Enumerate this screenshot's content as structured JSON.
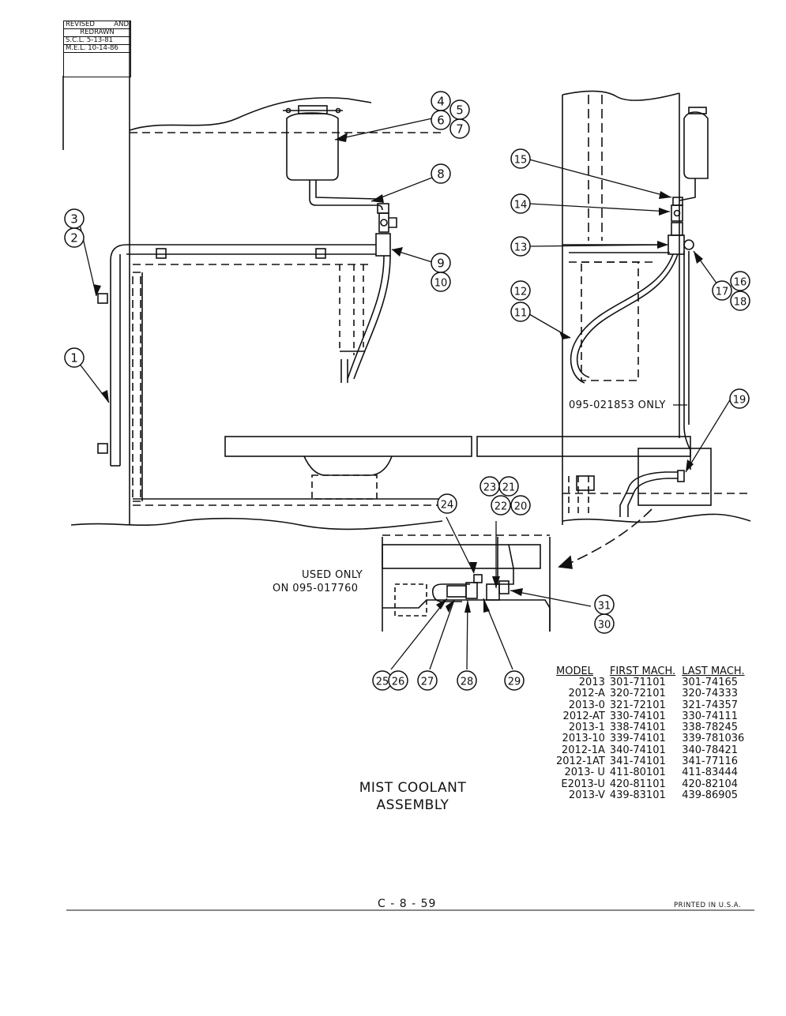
{
  "revision_box": {
    "line1_a": "REVISED",
    "line1_b": "AND",
    "line2": "REDRAWN",
    "line3": "S.C.L. 5-13-81",
    "line4": "M.E.L. 10-14-86"
  },
  "notes": {
    "only_note": "095-021853 ONLY",
    "used_only_line1": "USED ONLY",
    "used_only_line2": "ON 095-017760"
  },
  "title": {
    "line1": "MIST COOLANT",
    "line2": "ASSEMBLY"
  },
  "model_table": {
    "headers": [
      "MODEL",
      "FIRST MACH.",
      "LAST MACH."
    ],
    "rows": [
      [
        "2013",
        "301-71101",
        "301-74165"
      ],
      [
        "2012-A",
        "320-72101",
        "320-74333"
      ],
      [
        "2013-0",
        "321-72101",
        "321-74357"
      ],
      [
        "2012-AT",
        "330-74101",
        "330-74111"
      ],
      [
        "2013-1",
        "338-74101",
        "338-78245"
      ],
      [
        "2013-10",
        "339-74101",
        "339-781036"
      ],
      [
        "2012-1A",
        "340-74101",
        "340-78421"
      ],
      [
        "2012-1AT",
        "341-74101",
        "341-77116"
      ],
      [
        "2013- U",
        "411-80101",
        "411-83444"
      ],
      [
        "E2013-U",
        "420-81101",
        "420-82104"
      ],
      [
        "2013-V",
        "439-83101",
        "439-86905"
      ]
    ]
  },
  "footer": {
    "page_number": "C - 8 - 59",
    "printed": "PRINTED IN U.S.A."
  },
  "callouts": [
    "1",
    "2",
    "3",
    "4",
    "5",
    "6",
    "7",
    "8",
    "9",
    "10",
    "11",
    "12",
    "13",
    "14",
    "15",
    "16",
    "17",
    "18",
    "19",
    "20",
    "21",
    "22",
    "23",
    "24",
    "25",
    "26",
    "27",
    "28",
    "29",
    "30",
    "31"
  ]
}
